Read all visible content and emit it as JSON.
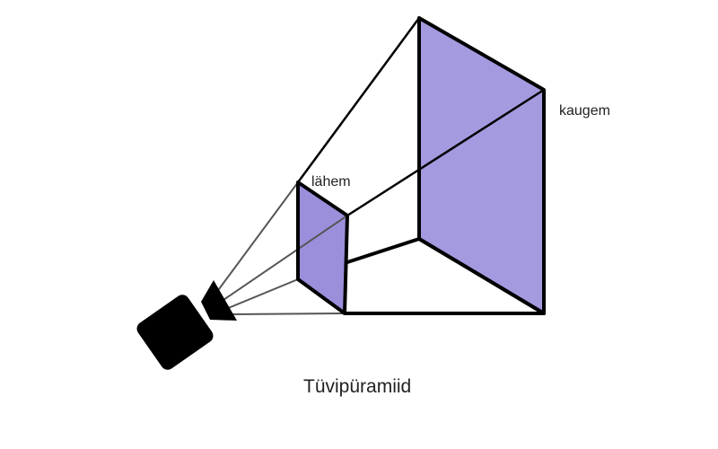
{
  "labels": {
    "near_plane": "lähem",
    "far_plane": "kaugem",
    "caption": "Tüvipüramiid"
  },
  "colors": {
    "plane_fill": "#9b8fdc",
    "edge": "#000000",
    "ray": "#555555",
    "camera": "#000000",
    "background": "#ffffff"
  },
  "icons": {
    "camera": "camera-icon"
  }
}
